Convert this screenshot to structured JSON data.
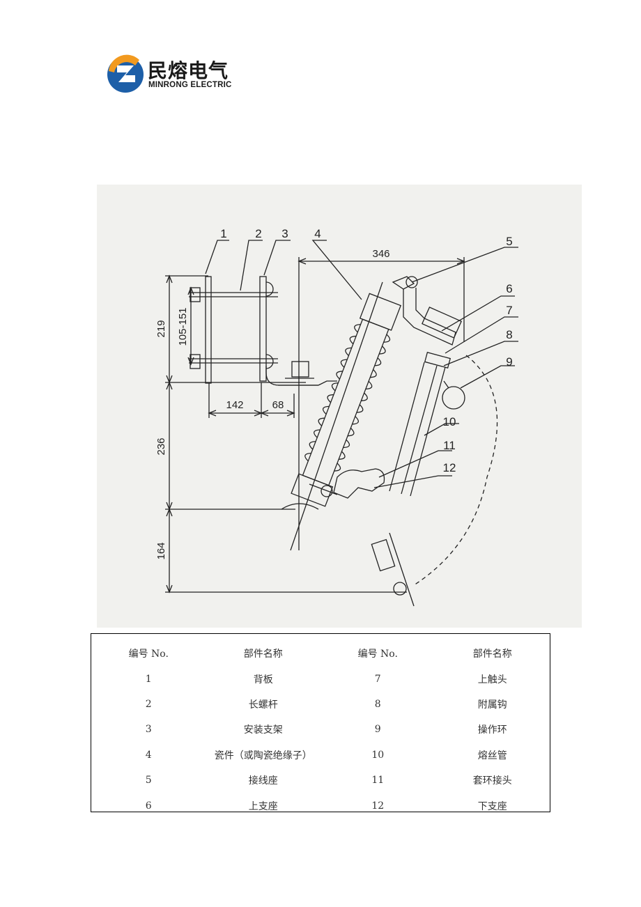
{
  "logo": {
    "name_cn": "民熔电气",
    "name_en": "MINRONG ELECTRIC"
  },
  "drawing": {
    "callouts": [
      "1",
      "2",
      "3",
      "4",
      "5",
      "6",
      "7",
      "8",
      "9",
      "10",
      "11",
      "12"
    ],
    "dimensions": {
      "width_346": "346",
      "height_219": "219",
      "bolt_spacing": "105-151",
      "height_236": "236",
      "height_164": "164",
      "width_142": "142",
      "width_68": "68"
    }
  },
  "parts_table": {
    "headers": [
      "编号 No.",
      "部件名称",
      "编号 No.",
      "部件名称"
    ],
    "rows": [
      [
        "1",
        "背板",
        "7",
        "上触头"
      ],
      [
        "2",
        "长螺杆",
        "8",
        "附属钩"
      ],
      [
        "3",
        "安装支架",
        "9",
        "操作环"
      ],
      [
        "4",
        "瓷件（或陶瓷绝缘子）",
        "10",
        "熔丝管"
      ],
      [
        "5",
        "接线座",
        "11",
        "套环接头"
      ],
      [
        "6",
        "上支座",
        "12",
        "下支座"
      ]
    ]
  }
}
